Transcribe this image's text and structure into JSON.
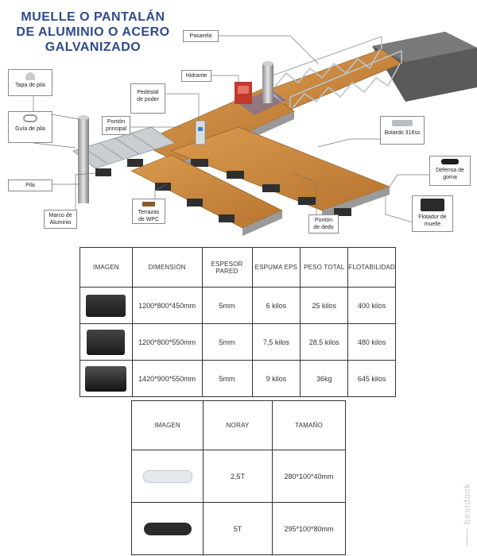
{
  "title": {
    "line1": "MUELLE O PANTALÁN",
    "line2": "DE ALUMINIO O ACERO",
    "line3": "GALVANIZADO"
  },
  "callouts": {
    "pasarela": "Pasarela",
    "hidrante": "Hidrante",
    "pedestal": "Pedestal de poder",
    "ponton_principal": "Pontón principal",
    "tapa_pila": "Tapa de pila",
    "guia_pila": "Guía de pila",
    "pila": "Pila",
    "marco_aluminio": "Marco de Aluminio",
    "terrazas_wpc": "Terrazas de WPC",
    "ponton_dedo": "Pontón de dedo",
    "bolardo": "Bolardo 316ss",
    "defensa_goma": "Defensa de goma",
    "flotador_muelle": "Flotador de muelle"
  },
  "table1": {
    "headers": [
      "IMAGEN",
      "DIMENSIÓN",
      "ESPESOR PARED",
      "ESPUMA EPS",
      "PESO TOTAL",
      "FLOTABILIDAD"
    ],
    "rows": [
      {
        "dimension": "1200*800*450mm",
        "espesor": "5mm",
        "espuma": "6 kilos",
        "peso": "25 kilos",
        "flotabilidad": "400 kilos"
      },
      {
        "dimension": "1200*800*550mm",
        "espesor": "5mm",
        "espuma": "7,5 kilos",
        "peso": "28,5 kilos",
        "flotabilidad": "480 kilos"
      },
      {
        "dimension": "1420*900*550mm",
        "espesor": "5mm",
        "espuma": "9 kilos",
        "peso": "36kg",
        "flotabilidad": "645 kilos"
      }
    ]
  },
  "table2": {
    "headers": [
      "IMAGEN",
      "NORAY",
      "TAMAÑO"
    ],
    "rows": [
      {
        "noray": "2,5T",
        "tamano": "280*100*40mm"
      },
      {
        "noray": "5T",
        "tamano": "295*100*80mm"
      }
    ]
  },
  "watermark": "bestdock"
}
